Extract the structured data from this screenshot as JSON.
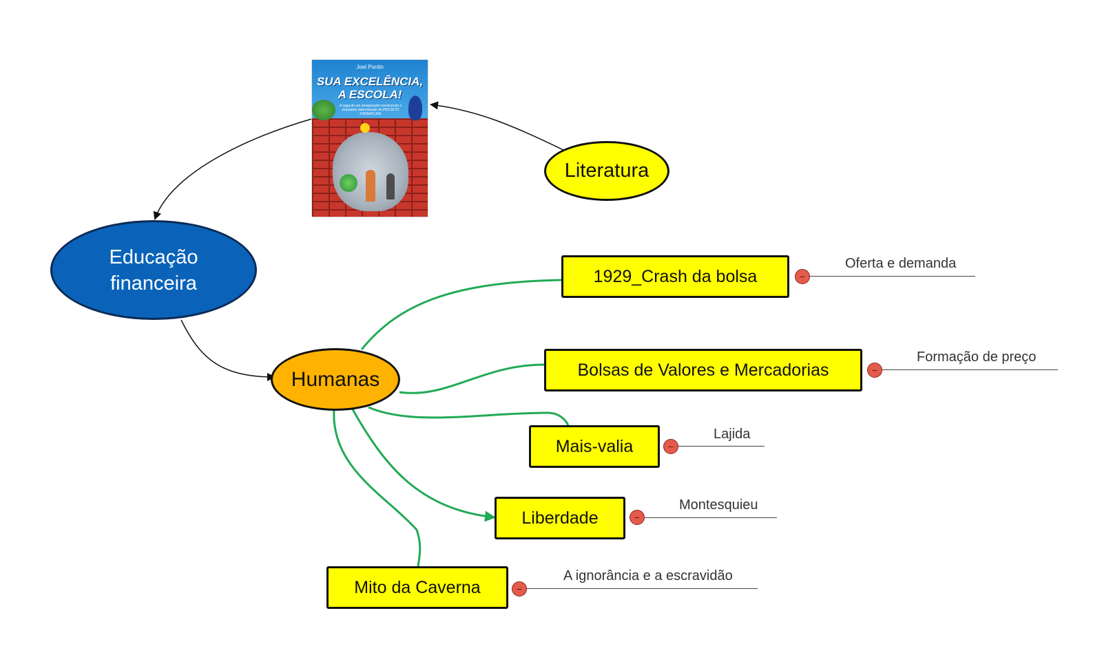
{
  "nodes": {
    "literatura": "Literatura",
    "educacao": "Educação financeira",
    "humanas": "Humanas",
    "crash": "1929_Crash da bolsa",
    "bolsas": "Bolsas de Valores e Mercadorias",
    "maisvalia": "Mais-valia",
    "liberdade": "Liberdade",
    "mito": "Mito da Caverna"
  },
  "notes": {
    "crash": "Oferta e demanda",
    "bolsas": "Formação de preço",
    "maisvalia": "Lajida",
    "liberdade": "Montesquieu",
    "mito": "A ignorância e a escravidão"
  },
  "collapse_symbol": "−",
  "book": {
    "author": "Joel Pontin",
    "title": "SUA EXCELÊNCIA, A ESCOLA!",
    "subtitle": "A saga de um pesquisador envolvendo o estudante determinado do PROJETO FORMATURA"
  },
  "colors": {
    "node_fill_yellow": "#ffff00",
    "node_fill_blue": "#0a63b8",
    "node_fill_orange": "#ffb300",
    "connector_green": "#22aa55",
    "connector_black": "#111111",
    "collapse_red": "#e45b4c"
  }
}
